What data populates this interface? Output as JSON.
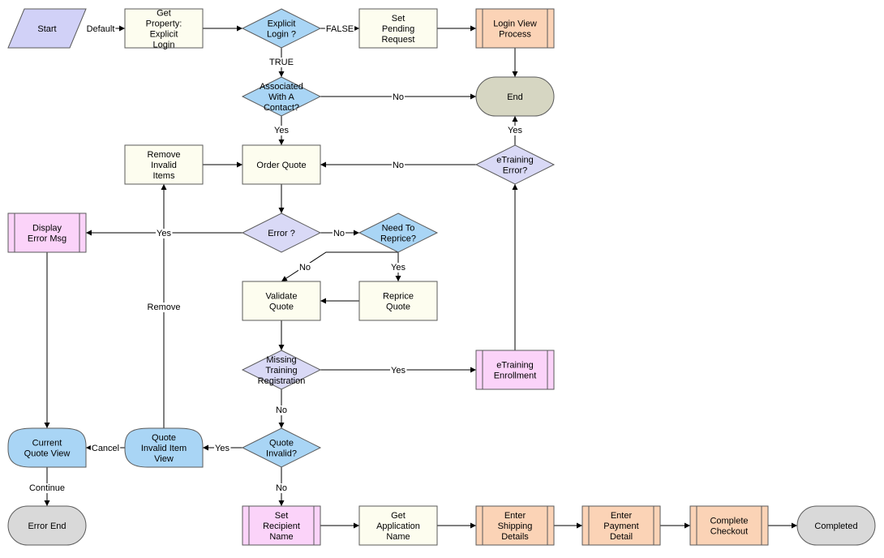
{
  "colors": {
    "task": "#fdfdef",
    "decision_blue": "#a9d5f5",
    "decision_purple": "#d9d9f6",
    "start": "#d1d1f7",
    "end_green": "#d6d6c2",
    "subprocess_orange": "#fbd3b6",
    "subprocess_pink": "#fbd3f9",
    "view_blue": "#a9d5f5",
    "terminal_gray": "#d9d9d9"
  },
  "nodes": {
    "start": {
      "lines": [
        "Start"
      ],
      "kind": "start"
    },
    "get_property": {
      "lines": [
        "Get",
        "Property:",
        "Explicit",
        "Login"
      ],
      "kind": "task"
    },
    "explicit_login": {
      "lines": [
        "Explicit",
        "Login ?"
      ],
      "kind": "decision_blue"
    },
    "set_pending": {
      "lines": [
        "Set",
        "Pending",
        "Request"
      ],
      "kind": "task"
    },
    "login_view": {
      "lines": [
        "Login View",
        "Process"
      ],
      "kind": "subprocess_orange"
    },
    "associated": {
      "lines": [
        "Associated",
        "With A",
        "Contact?"
      ],
      "kind": "decision_blue"
    },
    "end": {
      "lines": [
        "End"
      ],
      "kind": "end_green"
    },
    "remove_invalid": {
      "lines": [
        "Remove",
        "Invalid",
        "Items"
      ],
      "kind": "task"
    },
    "order_quote": {
      "lines": [
        "Order Quote"
      ],
      "kind": "task"
    },
    "etraining_error": {
      "lines": [
        "eTraining",
        "Error?"
      ],
      "kind": "decision_purple"
    },
    "display_error": {
      "lines": [
        "Display",
        "Error Msg"
      ],
      "kind": "subprocess_pink"
    },
    "error_q": {
      "lines": [
        "Error ?"
      ],
      "kind": "decision_purple"
    },
    "need_reprice": {
      "lines": [
        "Need To",
        "Reprice?"
      ],
      "kind": "decision_blue"
    },
    "validate_quote": {
      "lines": [
        "Validate",
        "Quote"
      ],
      "kind": "task"
    },
    "reprice_quote": {
      "lines": [
        "Reprice",
        "Quote"
      ],
      "kind": "task"
    },
    "missing_training": {
      "lines": [
        "Missing",
        "Training",
        "Registration"
      ],
      "kind": "decision_purple"
    },
    "etraining_enroll": {
      "lines": [
        "eTraining",
        "Enrollment"
      ],
      "kind": "subprocess_pink"
    },
    "current_quote": {
      "lines": [
        "Current",
        "Quote View"
      ],
      "kind": "view_blue"
    },
    "quote_invalid_view": {
      "lines": [
        "Quote",
        "Invalid Item",
        "View"
      ],
      "kind": "view_blue"
    },
    "quote_invalid": {
      "lines": [
        "Quote",
        "Invalid?"
      ],
      "kind": "decision_blue"
    },
    "error_end": {
      "lines": [
        "Error End"
      ],
      "kind": "terminal_gray"
    },
    "set_recipient": {
      "lines": [
        "Set",
        "Recipient",
        "Name"
      ],
      "kind": "subprocess_pink"
    },
    "get_app_name": {
      "lines": [
        "Get",
        "Application",
        "Name"
      ],
      "kind": "task"
    },
    "enter_shipping": {
      "lines": [
        "Enter",
        "Shipping",
        "Details"
      ],
      "kind": "subprocess_orange"
    },
    "enter_payment": {
      "lines": [
        "Enter",
        "Payment",
        "Detail"
      ],
      "kind": "subprocess_orange"
    },
    "complete_checkout": {
      "lines": [
        "Complete",
        "Checkout"
      ],
      "kind": "subprocess_orange"
    },
    "completed": {
      "lines": [
        "Completed"
      ],
      "kind": "terminal_gray"
    }
  },
  "edges": [
    {
      "from": "start",
      "to": "get_property",
      "label": "Default"
    },
    {
      "from": "get_property",
      "to": "explicit_login",
      "label": ""
    },
    {
      "from": "explicit_login",
      "to": "set_pending",
      "label": "FALSE"
    },
    {
      "from": "set_pending",
      "to": "login_view",
      "label": ""
    },
    {
      "from": "login_view",
      "to": "end",
      "label": ""
    },
    {
      "from": "explicit_login",
      "to": "associated",
      "label": "TRUE"
    },
    {
      "from": "associated",
      "to": "end",
      "label": "No"
    },
    {
      "from": "associated",
      "to": "order_quote",
      "label": "Yes"
    },
    {
      "from": "etraining_error",
      "to": "end",
      "label": "Yes"
    },
    {
      "from": "etraining_error",
      "to": "order_quote",
      "label": "No"
    },
    {
      "from": "remove_invalid",
      "to": "order_quote",
      "label": ""
    },
    {
      "from": "order_quote",
      "to": "error_q",
      "label": ""
    },
    {
      "from": "error_q",
      "to": "display_error",
      "label": "Yes"
    },
    {
      "from": "error_q",
      "to": "need_reprice",
      "label": "No"
    },
    {
      "from": "need_reprice",
      "to": "validate_quote",
      "label": "No"
    },
    {
      "from": "need_reprice",
      "to": "reprice_quote",
      "label": "Yes"
    },
    {
      "from": "reprice_quote",
      "to": "validate_quote",
      "label": ""
    },
    {
      "from": "validate_quote",
      "to": "missing_training",
      "label": ""
    },
    {
      "from": "missing_training",
      "to": "etraining_enroll",
      "label": "Yes"
    },
    {
      "from": "etraining_enroll",
      "to": "etraining_error",
      "label": ""
    },
    {
      "from": "missing_training",
      "to": "quote_invalid",
      "label": "No"
    },
    {
      "from": "quote_invalid",
      "to": "quote_invalid_view",
      "label": "Yes"
    },
    {
      "from": "quote_invalid_view",
      "to": "current_quote",
      "label": "Cancel"
    },
    {
      "from": "quote_invalid_view",
      "to": "remove_invalid",
      "label": "Remove"
    },
    {
      "from": "display_error",
      "to": "current_quote",
      "label": ""
    },
    {
      "from": "current_quote",
      "to": "error_end",
      "label": "Continue"
    },
    {
      "from": "quote_invalid",
      "to": "set_recipient",
      "label": "No"
    },
    {
      "from": "set_recipient",
      "to": "get_app_name",
      "label": ""
    },
    {
      "from": "get_app_name",
      "to": "enter_shipping",
      "label": ""
    },
    {
      "from": "enter_shipping",
      "to": "enter_payment",
      "label": ""
    },
    {
      "from": "enter_payment",
      "to": "complete_checkout",
      "label": ""
    },
    {
      "from": "complete_checkout",
      "to": "completed",
      "label": ""
    }
  ]
}
